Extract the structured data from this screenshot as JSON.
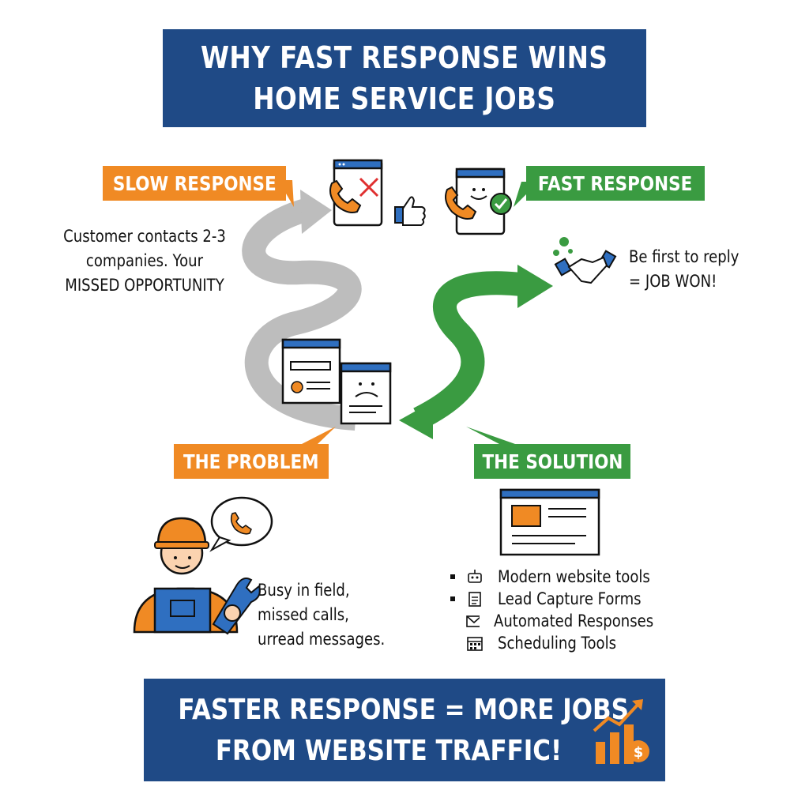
{
  "title": {
    "line1": "WHY FAST RESPONSE WINS",
    "line2": "HOME SERVICE JOBS"
  },
  "slow_response": {
    "label": "SLOW RESPONSE"
  },
  "fast_response": {
    "label": "FAST RESPONSE"
  },
  "left_note": {
    "line1": "Customer contacts 2-3",
    "line2": "companies. Your",
    "line3": "MISSED OPPORTUNITY"
  },
  "right_note": {
    "line1": "Be first to reply",
    "line2": "= JOB WON!"
  },
  "problem": {
    "label": "THE PROBLEM",
    "line1": "Busy in field,",
    "line2": "missed calls,",
    "line3": "urread messages."
  },
  "solution": {
    "label": "THE SOLUTION",
    "features": [
      {
        "label": "Modern website tools",
        "icon": "robot-icon"
      },
      {
        "label": "Lead Capture Forms",
        "icon": "clipboard-icon"
      },
      {
        "label": "Automated Responses",
        "icon": "envelope-icon"
      },
      {
        "label": "Scheduling Tools",
        "icon": "calendar-icon"
      }
    ]
  },
  "footer": {
    "line1": "FASTER RESPONSE = MORE JOBS",
    "line2": "FROM WEBSITE TRAFFIC!"
  },
  "colors": {
    "navy": "#1f4a86",
    "orange": "#f08a24",
    "green": "#3a9b41",
    "gray_arrow": "#bdbdbd",
    "blue_icon": "#2f6fc0"
  }
}
